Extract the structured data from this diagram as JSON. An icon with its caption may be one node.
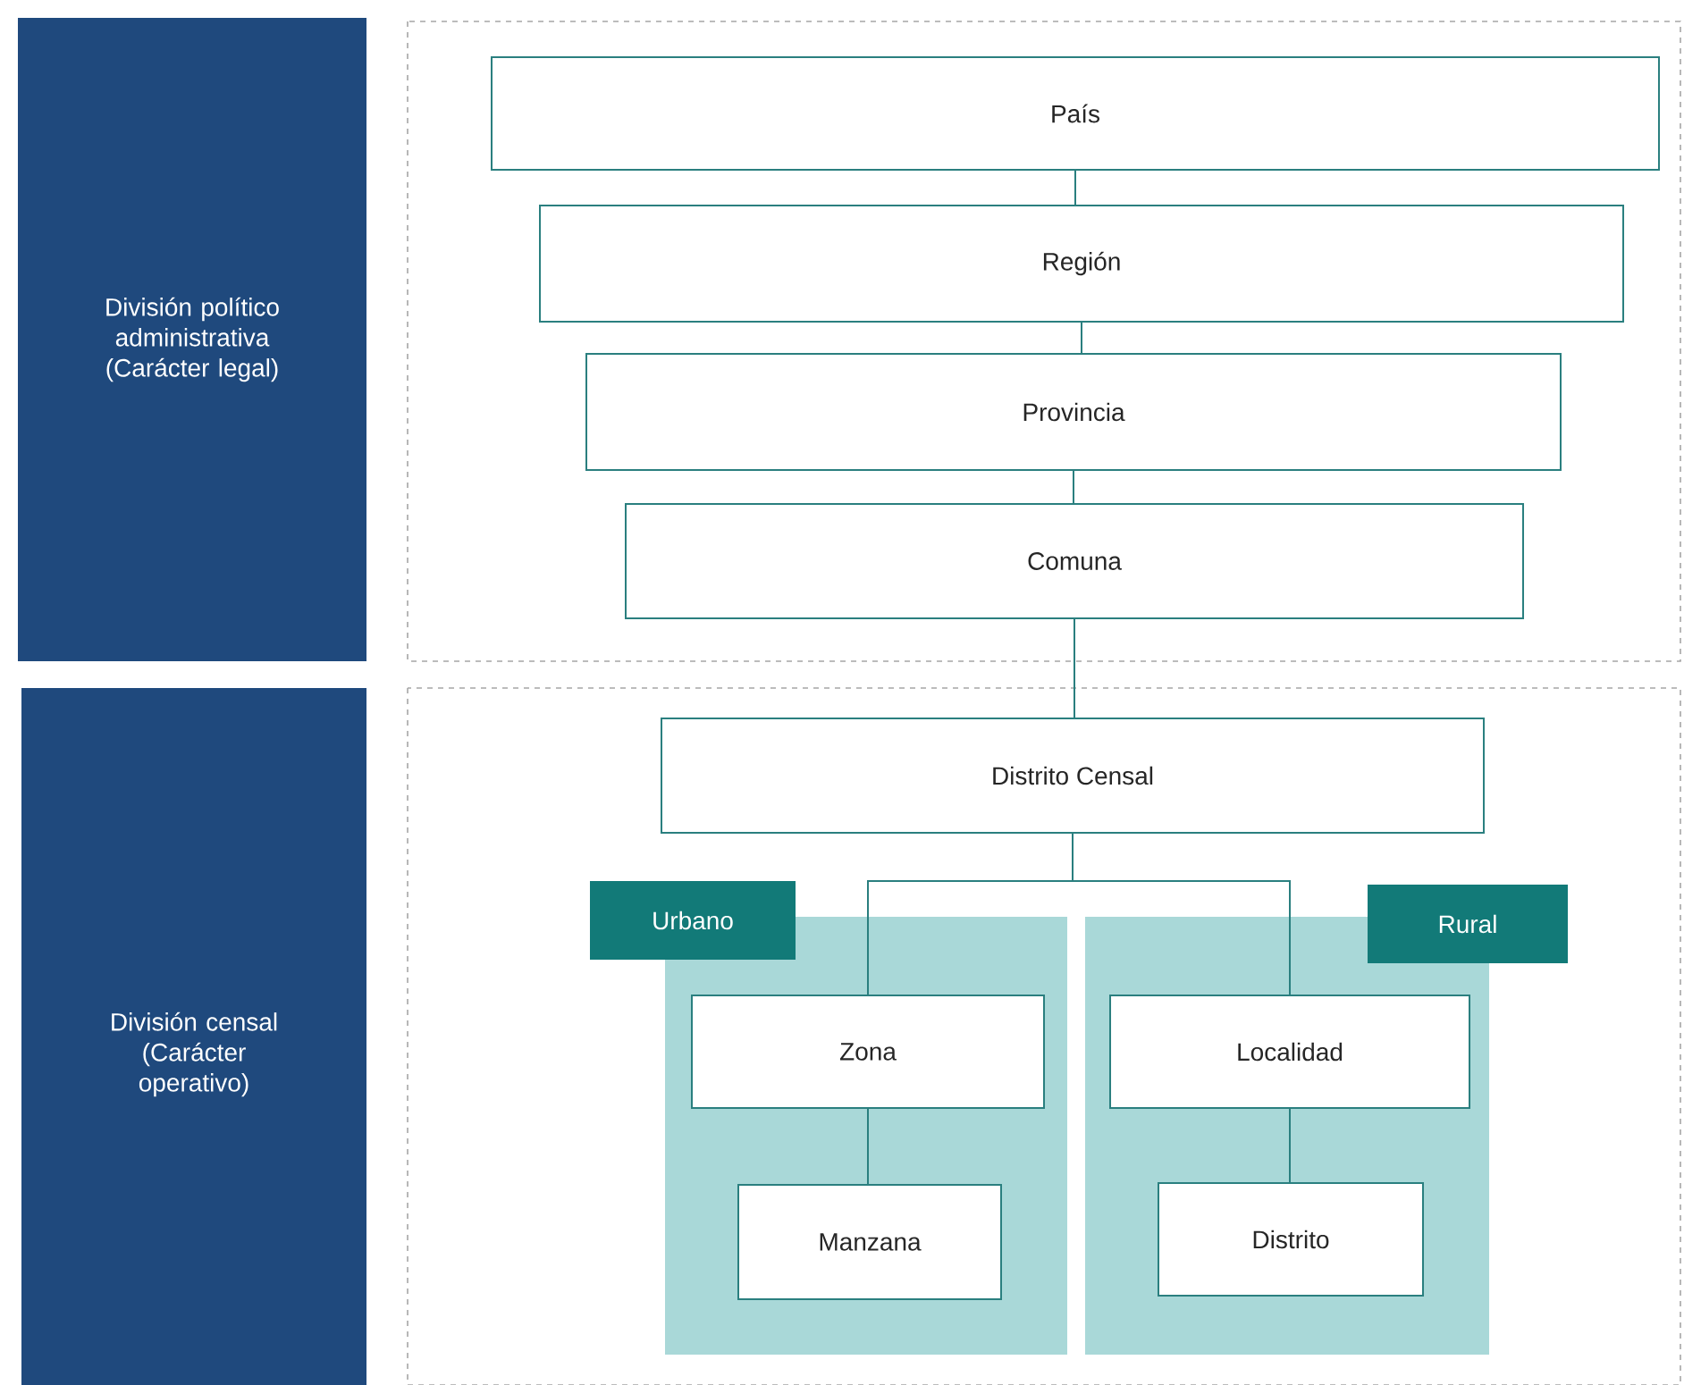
{
  "diagram": {
    "nodes": [
      {
        "text": [
          "División político administrativa (Carácter legal)"
        ]
      },
      {
        "text": [
          "País"
        ]
      },
      {
        "text": [
          "Región"
        ]
      },
      {
        "text": [
          "Provincia"
        ]
      },
      {
        "text": [
          "Comuna"
        ]
      },
      {
        "text": [
          "División censal (Carácter operativo)"
        ]
      },
      {
        "text": [
          "Distrito Censal"
        ]
      },
      {
        "text": [
          "Urbano"
        ]
      },
      {
        "text": [
          "Zona"
        ],
        "in": 7
      },
      {
        "text": [
          "Manzana"
        ],
        "in": 7
      },
      {
        "text": [
          "Rural"
        ]
      },
      {
        "text": [
          "Localidad"
        ],
        "in": 10
      },
      {
        "text": [
          "Distrito"
        ],
        "in": 10
      }
    ],
    "edges": [
      {
        "from": 1,
        "to": 2,
        "arrow": "none"
      },
      {
        "from": 2,
        "to": 3,
        "arrow": "none"
      },
      {
        "from": 3,
        "to": 4,
        "arrow": "none"
      },
      {
        "from": 4,
        "to": 6,
        "arrow": "none"
      },
      {
        "from": 6,
        "to": 8,
        "arrow": "none"
      },
      {
        "from": 6,
        "to": 11,
        "arrow": "none"
      },
      {
        "from": 8,
        "to": 9,
        "arrow": "none"
      },
      {
        "from": 11,
        "to": 12,
        "arrow": "none"
      }
    ]
  }
}
